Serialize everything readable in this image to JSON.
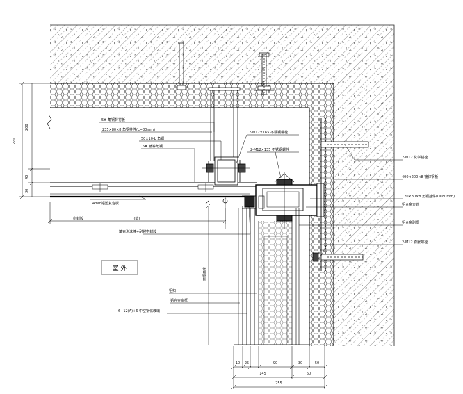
{
  "labels": {
    "l1": "5# 角钢背衬板",
    "l2": "235×80×8 角钢挂件(L=80mm)",
    "l3": "50×10-L 角钢",
    "l4": "5# 镀锌角钢",
    "l5": "2-M12×165 不锈钢螺栓",
    "l6": "2-M12×135 不锈钢螺栓",
    "r1": "2-M12 化学锚栓",
    "r2": "400×200×8 镀锌钢板",
    "r3": "120×80×8 角钢挂件(L=80mm)",
    "r4": "铝合金方管",
    "r5": "铝合金副框",
    "r6": "2-M12 膨胀螺栓",
    "b1": "4mm铝塑复合板",
    "b2": "密封胶",
    "b3": "填充泡沫棒+耐候密封胶",
    "w1": "铝扣",
    "w2": "铝合金窗框",
    "w3": "6+12(A)+6 中空钢化玻璃"
  },
  "room": "室 外",
  "dims": {
    "left_total": "270",
    "left_top": "200",
    "left_mid": "40",
    "left_bot": "30",
    "vertical": "窗框高度",
    "gap": "(缝)",
    "b_10": "10",
    "b_25": "25",
    "b_90": "90",
    "b_30": "30",
    "b_50": "50",
    "b_145": "145",
    "b_60": "60",
    "b_total": "255"
  }
}
